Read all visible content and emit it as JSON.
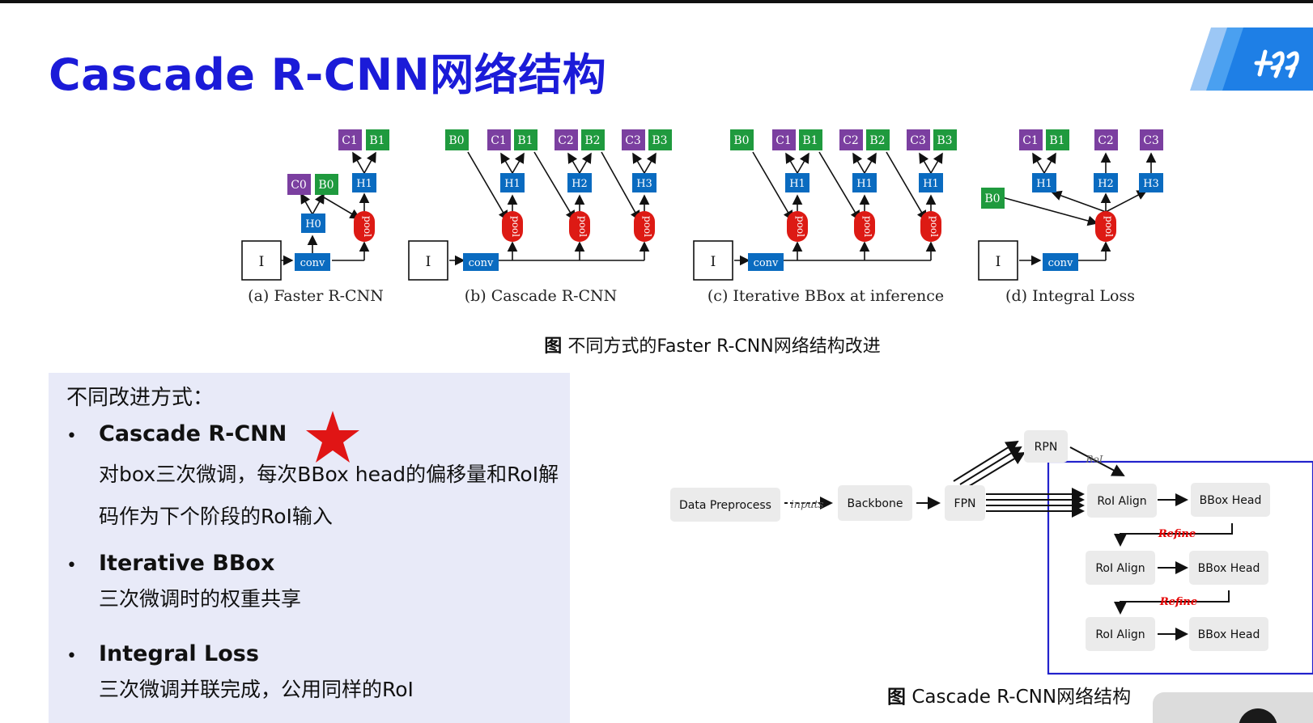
{
  "title": "Cascade R-CNN网络结构",
  "colors": {
    "title": "#1b1bd8",
    "box_purple": "#7b3fa0",
    "box_green": "#1f9a3e",
    "box_blue": "#0a6bc0",
    "pool_red": "#dd1a14",
    "panel_bg": "#e8eaf8",
    "highlight_border": "#2222cc",
    "refine_red": "#e60000",
    "star": "#e01515"
  },
  "figure1": {
    "caption_prefix": "图",
    "caption_text": "不同方式的Faster R-CNN网络结构改进",
    "diagrams": [
      {
        "caption": "(a) Faster R-CNN",
        "input": "I",
        "conv": "conv",
        "pool": "pool",
        "labels": {
          "c0": "C0",
          "b0": "B0",
          "h0": "H0",
          "c1": "C1",
          "b1": "B1",
          "h1": "H1"
        }
      },
      {
        "caption": "(b) Cascade R-CNN",
        "input": "I",
        "conv": "conv",
        "pool": "pool",
        "labels": {
          "b0": "B0",
          "c1": "C1",
          "b1": "B1",
          "c2": "C2",
          "b2": "B2",
          "c3": "C3",
          "b3": "B3",
          "h1": "H1",
          "h2": "H2",
          "h3": "H3"
        }
      },
      {
        "caption": "(c) Iterative BBox at inference",
        "input": "I",
        "conv": "conv",
        "pool": "pool",
        "labels": {
          "b0": "B0",
          "c1": "C1",
          "b1": "B1",
          "c2": "C2",
          "b2": "B2",
          "c3": "C3",
          "b3": "B3",
          "h1": "H1"
        }
      },
      {
        "caption": "(d) Integral Loss",
        "input": "I",
        "conv": "conv",
        "pool": "pool",
        "labels": {
          "b0": "B0",
          "c1": "C1",
          "b1": "B1",
          "c2": "C2",
          "c3": "C3",
          "h1": "H1",
          "h2": "H2",
          "h3": "H3"
        }
      }
    ]
  },
  "panel": {
    "heading": "不同改进方式：",
    "bullet": "•",
    "items": [
      {
        "title": "Cascade R-CNN",
        "desc": "对box三次微调，每次BBox head的偏移量和RoI解码作为下个阶段的RoI输入"
      },
      {
        "title": "Iterative BBox",
        "desc": "三次微调时的权重共享"
      },
      {
        "title": "Integral Loss",
        "desc": "三次微调并联完成，公用同样的RoI"
      }
    ]
  },
  "figure2": {
    "caption_prefix": "图",
    "caption_text": "Cascade R-CNN网络结构",
    "nodes": {
      "data_preprocess": "Data Preprocess",
      "backbone": "Backbone",
      "fpn": "FPN",
      "rpn": "RPN",
      "roi_align": "RoI Align",
      "bbox_head": "BBox Head"
    },
    "edge_labels": {
      "inputs": "inputs",
      "roi": "RoI",
      "refine": "Refine"
    }
  },
  "logo": {
    "text": "ᚐᚑᚓ"
  }
}
